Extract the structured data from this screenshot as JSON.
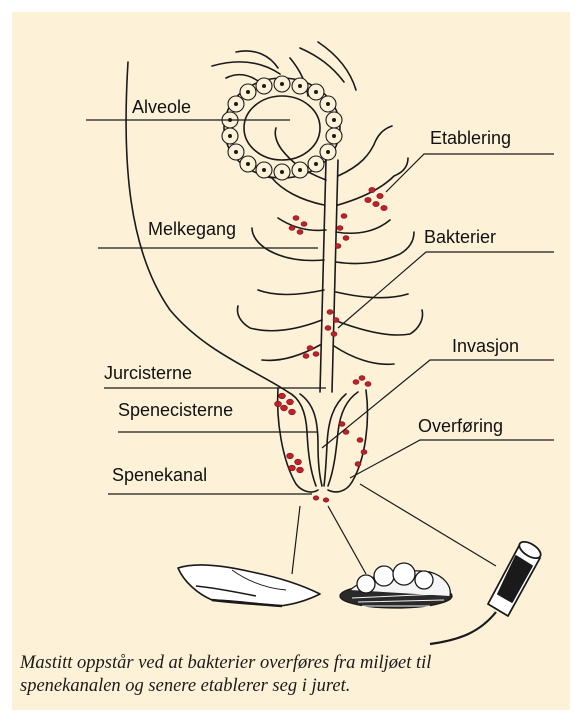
{
  "labels": {
    "alveole": "Alveole",
    "etablering": "Etablering",
    "melkegang": "Melkegang",
    "bakterier": "Bakterier",
    "invasjon": "Invasjon",
    "jurcisterne": "Jurcisterne",
    "spenecisterne": "Spenecisterne",
    "overforing": "Overføring",
    "spenekanal": "Spenekanal"
  },
  "caption": {
    "line1": "Mastitt oppstår ved at bakterier overføres fra miljøet til",
    "line2": "spenekanalen og senere etablerer seg i juret."
  },
  "colors": {
    "background": "#fdf1d8",
    "bacteria": "#c0202a",
    "ink": "#1a1a1a"
  },
  "icons": [
    "cloth-icon",
    "straw-bedding-icon",
    "milking-teat-cup-icon"
  ]
}
